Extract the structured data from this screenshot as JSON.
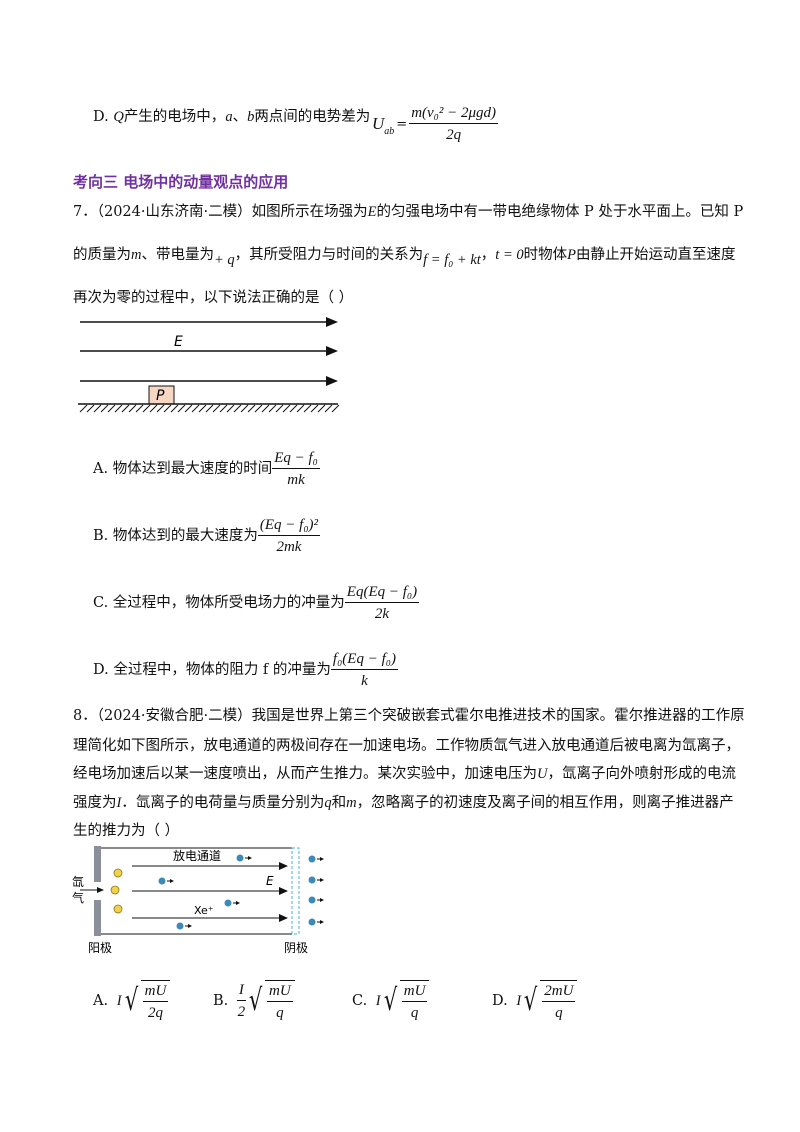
{
  "q6": {
    "d_label": "D.",
    "d_text_pre": "产生的电场中，",
    "d_sym_Q": "Q",
    "d_sym_a": "a",
    "d_sep": "、",
    "d_sym_b": "b",
    "d_text_post": "两点间的电势差为",
    "d_U": "U",
    "d_U_sub": "ab",
    "d_eq": "=",
    "d_num": "m(v₀² − 2μgd)",
    "d_den": "2q"
  },
  "section": {
    "title": "考向三  电场中的动量观点的应用"
  },
  "q7": {
    "line1": "7．（2024·山东济南·二模）如图所示在场强为",
    "line1_E": "E",
    "line1_rest": "的匀强电场中有一带电绝缘物体 P 处于水平面上。已知 P",
    "line2_a": "的质量为",
    "line2_m": "m",
    "line2_b": "、带电量为",
    "line2_q": "+ q",
    "line2_c": "，其所受阻力与时间的关系为",
    "line2_f": "f = f₀ + kt",
    "line2_d": "，",
    "line2_t": "t = 0",
    "line2_e": "时物体",
    "line2_P": "P",
    "line2_g": "由静止开始运动直至速度",
    "line3": "再次为零的过程中，以下说法正确的是（        ）",
    "fig_E": "E",
    "fig_P": "P",
    "options": [
      {
        "label": "A.",
        "text": "物体达到最大速度的时间",
        "num": "Eq − f₀",
        "den": "mk"
      },
      {
        "label": "B.",
        "text": "物体达到的最大速度为",
        "num": "(Eq − f₀)²",
        "den": "2mk"
      },
      {
        "label": "C.",
        "text": "全过程中，物体所受电场力的冲量为",
        "num": "Eq(Eq − f₀)",
        "den": "2k"
      },
      {
        "label": "D.",
        "text": "全过程中，物体的阻力 f 的冲量为",
        "num": "f₀(Eq − f₀)",
        "den": "k"
      }
    ]
  },
  "q8": {
    "line1": "8．（2024·安徽合肥·二模）我国是世界上第三个突破嵌套式霍尔电推进技术的国家。霍尔推进器的工作原",
    "line2": "理简化如下图所示，放电通道的两极间存在一加速电场。工作物质氙气进入放电通道后被电离为氙离子，",
    "line3_a": "经电场加速后以某一速度喷出，从而产生推力。某次实验中，加速电压为",
    "line3_U": "U",
    "line3_b": "，氙离子向外喷射形成的电流",
    "line4_a": "强度为",
    "line4_I": "I",
    "line4_b": "．氙离子的电荷量与质量分别为",
    "line4_q": "q",
    "line4_c": "和",
    "line4_m": "m",
    "line4_d": "，忽略离子的初速度及离子间的相互作用，则离子推进器产",
    "line5": "生的推力为（        ）",
    "fig_channel": "放电通道",
    "fig_E": "E",
    "fig_xe": "Xe⁺",
    "fig_gas": "氙气",
    "fig_anode": "阳极",
    "fig_cathode": "阴极",
    "options": [
      {
        "label": "A.",
        "pre": "I",
        "num": "mU",
        "den": "2q"
      },
      {
        "label": "B.",
        "pre": "",
        "num": "mU",
        "den": "q"
      },
      {
        "label": "C.",
        "pre": "I",
        "num": "mU",
        "den": "q"
      },
      {
        "label": "D.",
        "pre": "I",
        "num": "2mU",
        "den": "q"
      }
    ],
    "optB_frac_num": "I",
    "optB_frac_den": "2"
  }
}
